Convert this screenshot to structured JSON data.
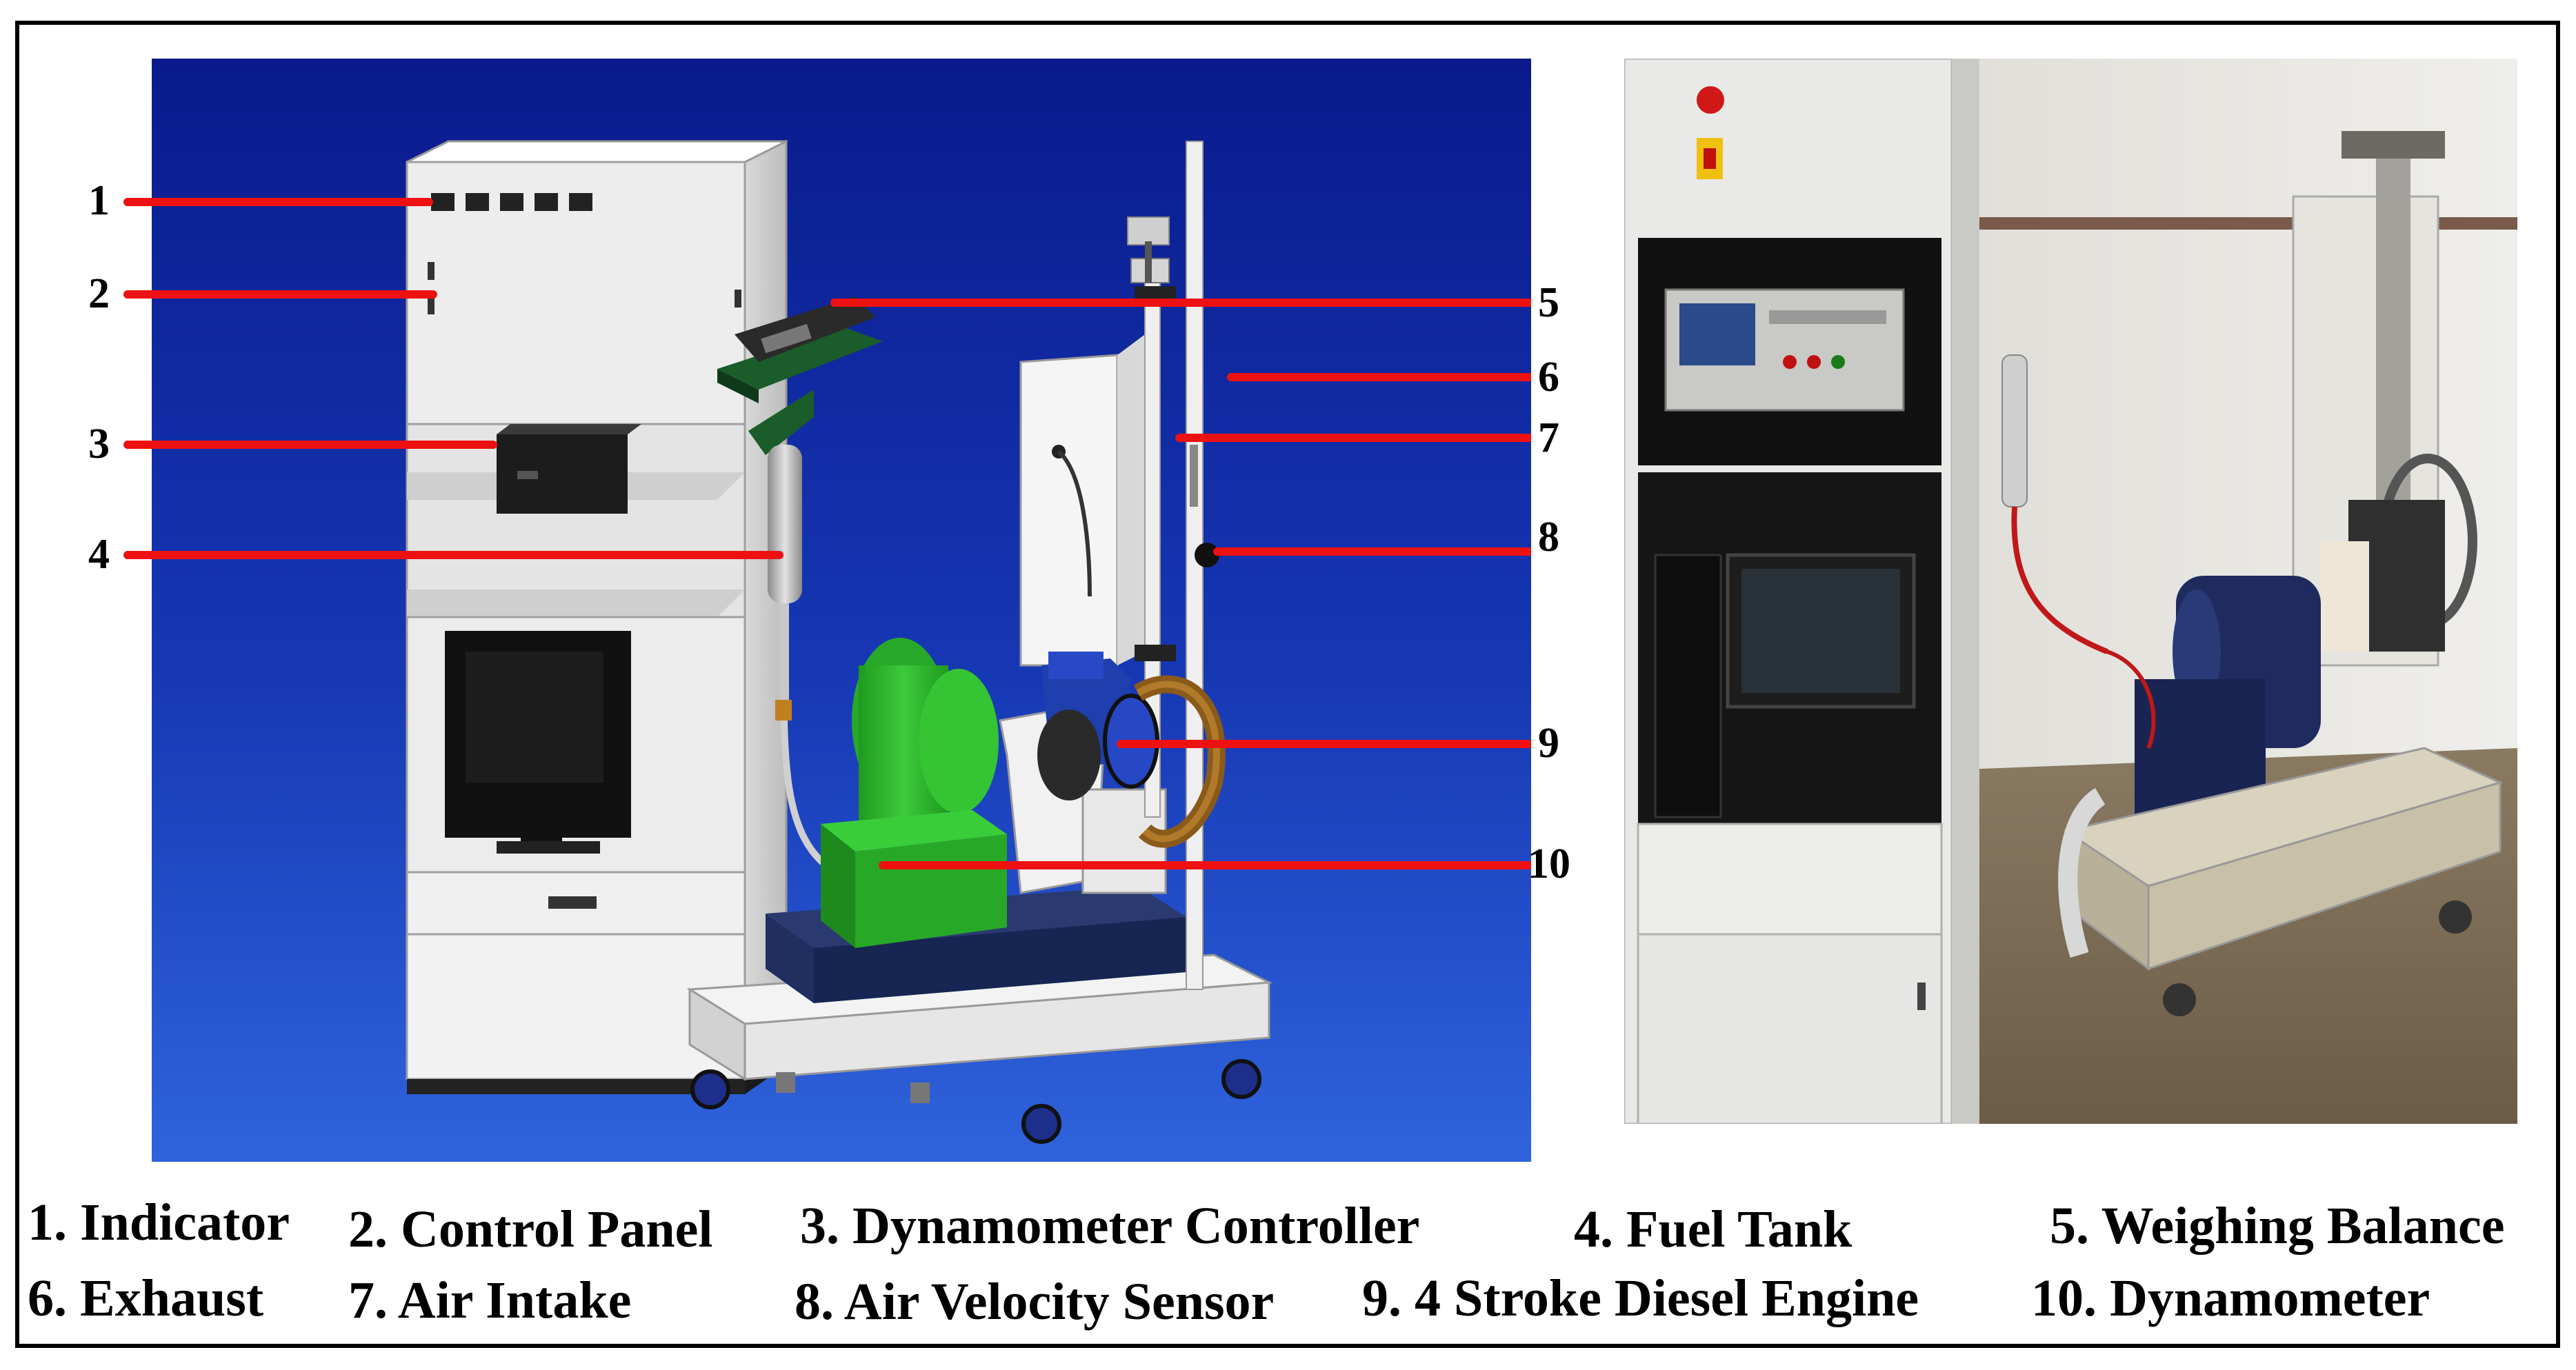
{
  "callouts": [
    "1",
    "2",
    "3",
    "4",
    "5",
    "6",
    "7",
    "8",
    "9",
    "10"
  ],
  "legend": [
    "1. Indicator",
    "2. Control Panel",
    "3. Dynamometer Controller",
    "4. Fuel Tank",
    "5. Weighing Balance",
    "6. Exhaust",
    "7. Air Intake",
    "8. Air Velocity Sensor",
    "9. 4 Stroke Diesel Engine",
    "10. Dynamometer"
  ],
  "colors": {
    "render_background_top": "#0a1a8c",
    "render_background_bottom": "#2a5bd8",
    "callout_line": "#ee1111",
    "dynamometer_green": "#2bb82b",
    "engine_blue": "#1f3fae",
    "base_navy": "#1b2a55",
    "cabinet_white": "#f2f2f2",
    "photo_dynamometer": "#1f2b5e"
  }
}
